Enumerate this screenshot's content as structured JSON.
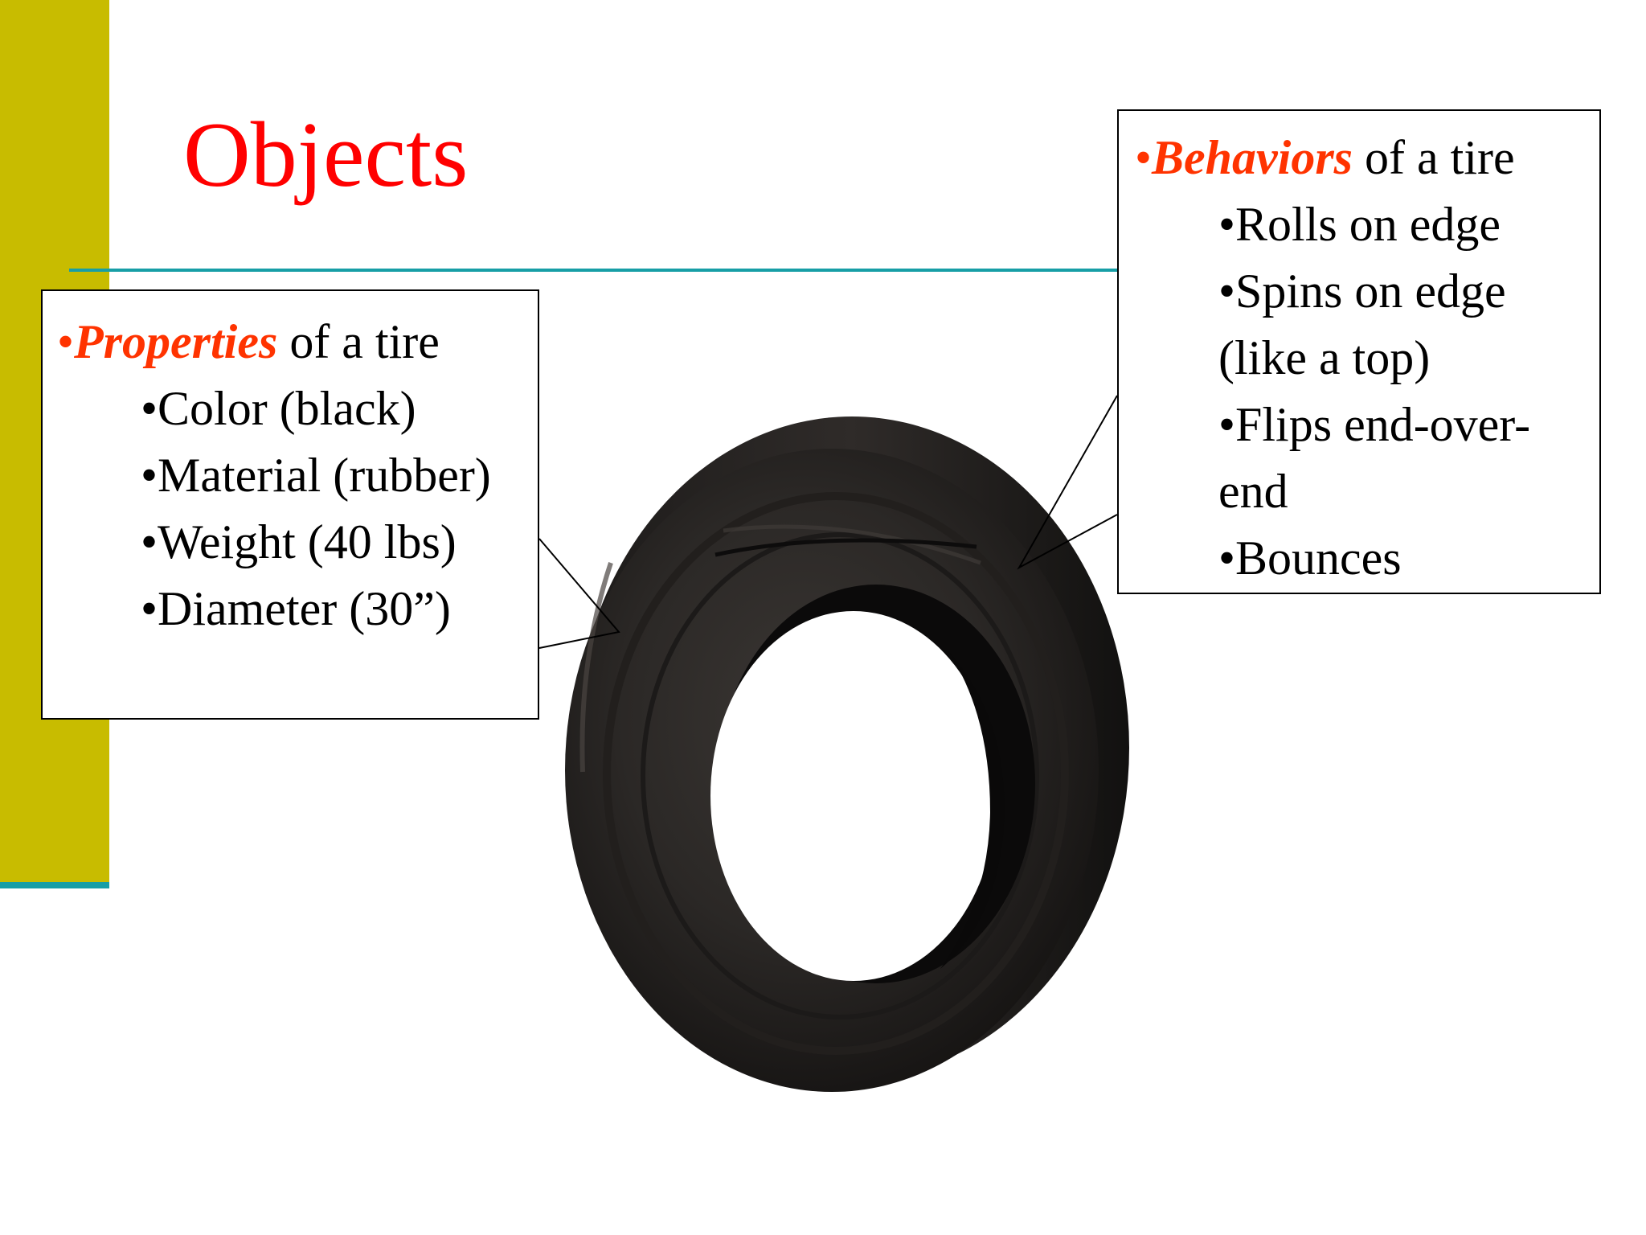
{
  "slide": {
    "title": "Objects",
    "accent_bar_color": "#c8bc00",
    "rule_color": "#179ea6",
    "title_color": "#ff0000",
    "keyword_color": "#ff3300"
  },
  "properties_callout": {
    "bullet": "•",
    "keyword": "Properties",
    "heading_rest": " of a tire",
    "items": [
      "•Color (black)",
      "•Material (rubber)",
      "•Weight (40 lbs)",
      "•Diameter (30”)"
    ]
  },
  "behaviors_callout": {
    "bullet": "•",
    "keyword": "Behaviors",
    "heading_rest": " of a tire",
    "items": [
      "•Rolls on edge",
      "•Spins on edge (like a top)",
      "•Flips end-over-end",
      "•Bounces"
    ]
  },
  "image": {
    "icon": "tire-photo"
  }
}
